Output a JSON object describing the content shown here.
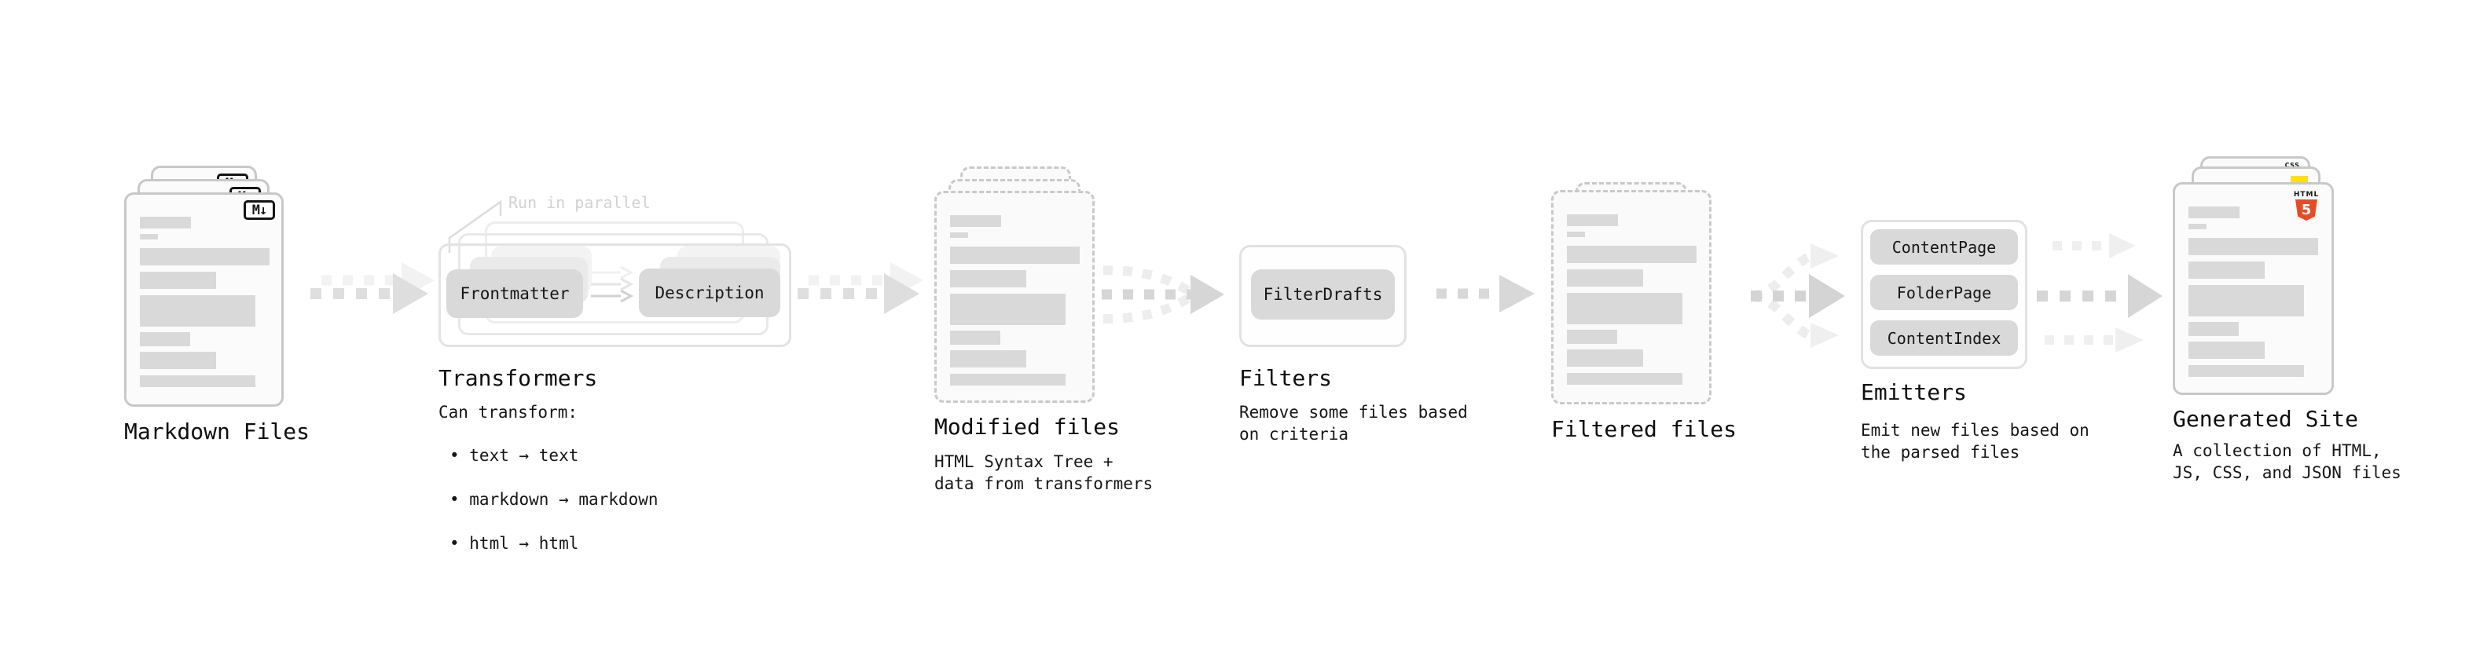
{
  "diagram": {
    "markdown_files": {
      "title": "Markdown Files"
    },
    "transformers": {
      "note": "Run in parallel",
      "step1": "Frontmatter",
      "step2": "Description",
      "title": "Transformers",
      "desc_heading": "Can transform:",
      "bullets": [
        "• text → text",
        "• markdown → markdown",
        "• html → html"
      ]
    },
    "modified_files": {
      "title": "Modified files",
      "subtitle": "HTML Syntax Tree +\ndata from transformers"
    },
    "filters": {
      "button": "FilterDrafts",
      "title": "Filters",
      "subtitle": "Remove some files based\non criteria"
    },
    "filtered_files": {
      "title": "Filtered files"
    },
    "emitters": {
      "buttons": [
        "ContentPage",
        "FolderPage",
        "ContentIndex"
      ],
      "title": "Emitters",
      "subtitle": "Emit new files based on\nthe parsed files"
    },
    "generated_site": {
      "title": "Generated Site",
      "subtitle": "A collection of HTML,\nJS, CSS, and JSON files"
    }
  },
  "icons": {
    "markdown": "M↓",
    "html5_label": "HTML",
    "html5_numeral": "5",
    "css_label": "CSS"
  },
  "colors": {
    "bar_gray": "#d9d9d9",
    "arrow_gray": "#d5d5d5",
    "arrow_light": "#efefef",
    "html5_orange": "#e44d26",
    "js_yellow": "#ffe000",
    "css_blue": "#2a65e8"
  }
}
